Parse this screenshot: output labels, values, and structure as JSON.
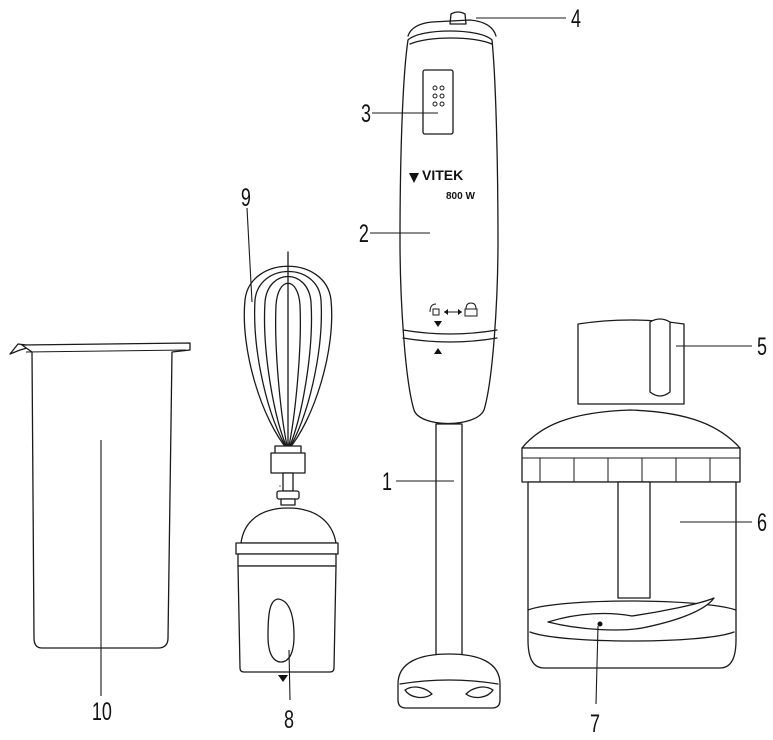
{
  "brand": {
    "name": "VITEK",
    "power": "800 W"
  },
  "callouts": {
    "c1": "1",
    "c2": "2",
    "c3": "3",
    "c4": "4",
    "c5": "5",
    "c6": "6",
    "c7": "7",
    "c8": "8",
    "c9": "9",
    "c10": "10"
  },
  "icons": {
    "lock_arrow": "unlock-arrow-lock-icon",
    "down_marker": "triangle-down-icon",
    "up_marker": "triangle-up-icon"
  }
}
